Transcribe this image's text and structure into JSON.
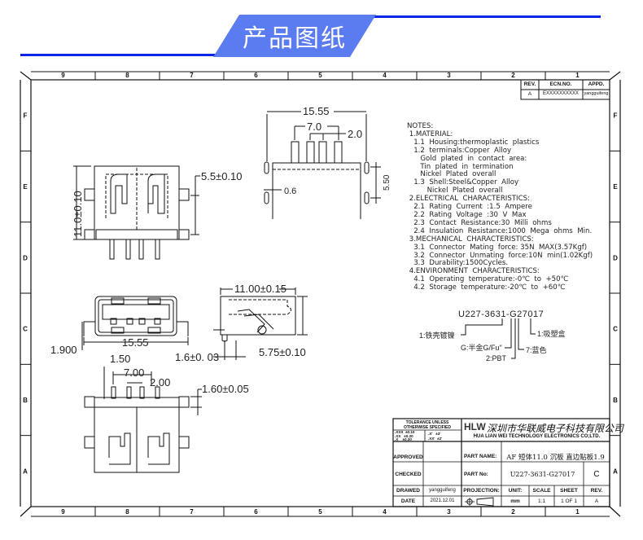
{
  "banner": {
    "title": "产品图纸",
    "accent_color": "#0b24e6",
    "tab_color": "#5b7bf0"
  },
  "frame": {
    "columns": [
      "9",
      "8",
      "7",
      "6",
      "5",
      "4",
      "3",
      "2",
      "1"
    ],
    "rows": [
      "F",
      "E",
      "D",
      "C",
      "B",
      "A"
    ]
  },
  "revision_table": {
    "headers": [
      "REV.",
      "ECN.NO.",
      "APPD."
    ],
    "row": [
      "A",
      "EXXXXXXXXXX",
      "yangguifeng"
    ]
  },
  "notes": {
    "lines": [
      "NOTES:",
      " 1.MATERIAL:",
      "   1.1  Housing:thermoplastic  plastics",
      "   1.2  terminals:Copper  Alloy",
      "      Gold  plated  in  contact  area:",
      "      Tin  plated  in  termination",
      "      Nickel  Plated  overall",
      "   1.3  Shell:Steel&Copper  Alloy",
      "         Nickel  Plated  overall",
      " 2.ELECTRICAL  CHARACTERISTICS:",
      "   2.1  Rating  Current  :1.5  Ampere",
      "   2.2  Rating  Voltage  :30  V  Max",
      "   2.3  Contact  Resistance:30  Milli  ohms",
      "   2.4  Insulation  Resistance:1000  Mega  ohms  Min.",
      " 3.MECHANICAL  CHARACTERISTICS:",
      "   3.1  Connector  Mating  force: 35N  MAX(3.57Kgf)",
      "   3.2  Connector  Unmating  force:10N  min(1.02Kgf)",
      "   3.3  Durability:1500Cycles.",
      " 4.ENVIRONMENT  CHARACTERISTICS:",
      "   4.1  Operating  temperature:-0℃  to  +50℃",
      "   4.2  Storage  temperature:-20℃  to  +60℃"
    ]
  },
  "part_code": {
    "code": "U227-3631-G27017",
    "legend": [
      {
        "text": "1:铁壳镀镍"
      },
      {
        "text": "G:半金G/Fu\""
      },
      {
        "text": "2:PBT"
      },
      {
        "text": "7:蓝色"
      },
      {
        "text": "1:吸塑盒"
      }
    ]
  },
  "dimensions": {
    "top_view_width": "15.55",
    "top_pin_span": "7.0",
    "top_pin_pitch": "2.0",
    "top_tab_width": "0.6",
    "top_tab_spacing": "5.50",
    "front_height": "11.0±0.10",
    "front_tab_offset": "5.5±0.10",
    "end_width": "15.55",
    "end_height": "1.900",
    "side_length": "11.00±0.15",
    "side_lead": "1.6±0. 03",
    "side_height": "5.75±0.10",
    "bottom_lead_offset": "1.50",
    "bottom_pin_span": "7.00",
    "bottom_pin_pitch": "2.00",
    "bottom_tab_width": "1.60±0.05"
  },
  "title_block": {
    "tolerance_title_1": "TOLERANCE  UNLESS",
    "tolerance_title_2": "OTHERWISE  SPECIFIED",
    "tol_lines_left": [
      ".XXX  ±0.10",
      ".XX   ±0.20",
      ".X    ±0.30"
    ],
    "tol_lines_right": [
      ".X'   ±3'",
      ".XX'  ±2'"
    ],
    "company_logo": "HLW",
    "company_cn": "深圳市华联威电子科技有限公司",
    "company_en": "HUA LIAN WEI TECHNOLOGY ELECTRONICS CO;LTD.",
    "approved_label": "APPROVED",
    "approved_value": "",
    "checked_label": "CHECKED",
    "checked_value": "",
    "drawed_label": "DRAWED",
    "drawed_value": "yangguifeng",
    "date_label": "DATE",
    "date_value": "2021.12.01",
    "part_name_label": "PART NAME:",
    "part_name_value": "AF 短体11.0 沉板 直边贴板1.9",
    "part_no_label": "PART No:",
    "part_no_value": "U227-3631-G27017",
    "part_rev": "C",
    "projection_label": "PROJECTION:",
    "unit_label": "UNIT:",
    "unit_value": "mm",
    "scale_label": "SCALE",
    "scale_value": "1:1",
    "sheet_label": "SHEET",
    "sheet_value": "1 OF 1",
    "rev_label": "REV.",
    "rev_value": "A"
  }
}
